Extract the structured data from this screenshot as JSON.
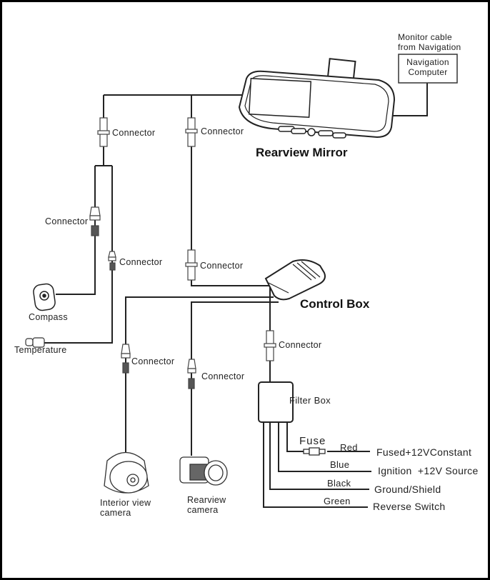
{
  "title": "Rearview Mirror Wiring Diagram",
  "components": {
    "mirror": "Rearview Mirror",
    "control_box": "Control Box",
    "filter_box": "Filter Box",
    "compass": "Compass",
    "temperature": "Temperature",
    "interior_camera": [
      "Interior view",
      "camera"
    ],
    "rear_camera": [
      "Rearview",
      "camera"
    ],
    "nav_computer": [
      "Navigation",
      "Computer"
    ],
    "monitor_cable": [
      "Monitor cable",
      "from Navigation"
    ]
  },
  "connector_label": "Connector",
  "fuse_label": "Fuse",
  "wires": [
    {
      "color_name": "Red",
      "destination": "Fused+12VConstant"
    },
    {
      "color_name": "Blue",
      "destination": "Ignition  +12V Source"
    },
    {
      "color_name": "Black",
      "destination": "Ground/Shield"
    },
    {
      "color_name": "Green",
      "destination": "Reverse Switch"
    }
  ]
}
